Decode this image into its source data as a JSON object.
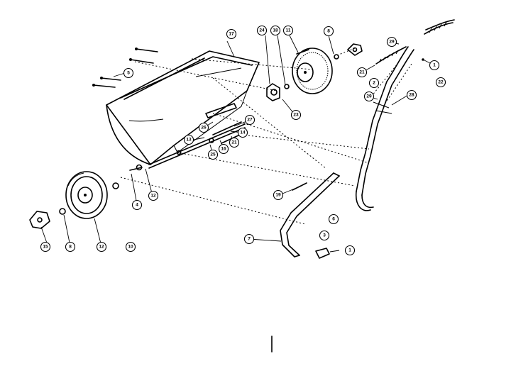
{
  "callouts": [
    {
      "label": "17"
    },
    {
      "label": "5"
    },
    {
      "label": "24"
    },
    {
      "label": "18"
    },
    {
      "label": "11"
    },
    {
      "label": "8"
    },
    {
      "label": "29"
    },
    {
      "label": "1"
    },
    {
      "label": "22"
    },
    {
      "label": "21"
    },
    {
      "label": "2"
    },
    {
      "label": "28"
    },
    {
      "label": "29"
    },
    {
      "label": "23"
    },
    {
      "label": "26"
    },
    {
      "label": "27"
    },
    {
      "label": "14"
    },
    {
      "label": "13"
    },
    {
      "label": "25"
    },
    {
      "label": "16"
    },
    {
      "label": "21"
    },
    {
      "label": "19"
    },
    {
      "label": "6"
    },
    {
      "label": "3"
    },
    {
      "label": "7"
    },
    {
      "label": "1"
    },
    {
      "label": "4"
    },
    {
      "label": "12"
    },
    {
      "label": "15"
    },
    {
      "label": "8"
    },
    {
      "label": "12"
    },
    {
      "label": "10"
    }
  ]
}
